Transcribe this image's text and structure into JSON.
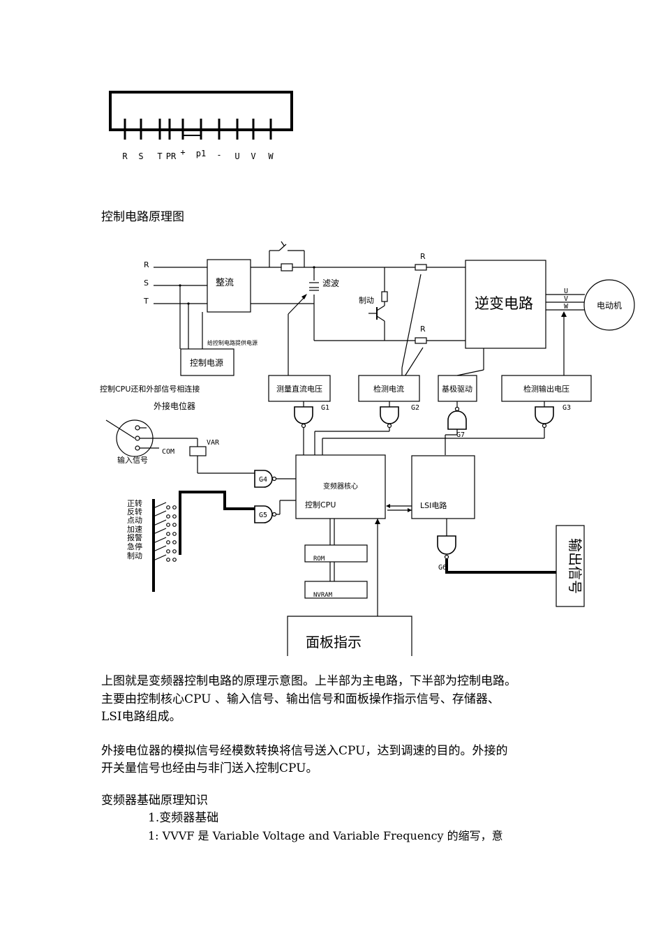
{
  "terminal_block": {
    "pins": [
      "R",
      "S",
      "T",
      "PR",
      "+",
      "p1",
      "-",
      "U",
      "V",
      "W"
    ]
  },
  "diagram_title": "控制电路原理图",
  "diagram": {
    "inputs": [
      "R",
      "S",
      "T"
    ],
    "rectifier": "整流",
    "filter": "滤波",
    "brake": "制动",
    "resistor_top": "R",
    "resistor_bottom": "R",
    "inverter": "逆变电路",
    "motor": "电动机",
    "uvw": [
      "U",
      "V",
      "W"
    ],
    "power_note": "给控制电路提供电源",
    "control_power": "控制电源",
    "cpu_note": "控制CPU还和外部信号相连接",
    "ext_pot": "外接电位器",
    "measure_dc": "测量直流电压",
    "detect_current": "检测电流",
    "base_drive": "基极驱动",
    "detect_output": "检测输出电压",
    "gates": [
      "G1",
      "G2",
      "G3",
      "G4",
      "G5",
      "G6",
      "G7"
    ],
    "com": "COM",
    "var": "VAR",
    "input_signal": "输入信号",
    "core_title": "变频器核心",
    "core_cpu": "控制CPU",
    "lsi": "LSI电路",
    "rom": "ROM",
    "nvram": "NVRAM",
    "switches": [
      "正转",
      "反转",
      "点动",
      "加速",
      "报警",
      "急停",
      "制动"
    ],
    "output_signal": "输出信号",
    "panel": "面板指示"
  },
  "paragraphs": {
    "p1_l1": "上图就是变频器控制电路的原理示意图。上半部为主电路，下半部为控制电路。",
    "p1_l2": "主要由控制核心CPU 、输入信号、输出信号和面板操作指示信号、存储器、",
    "p1_l3": "LSI电路组成。",
    "p2_l1": "外接电位器的模拟信号经模数转换将信号送入CPU，达到调速的目的。外接的",
    "p2_l2": "开关量信号也经由与非门送入控制CPU。",
    "h1": "变频器基础原理知识",
    "h2": "1.变频器基础",
    "h3": "1: VVVF 是 Variable Voltage and Variable Frequency 的缩写，意"
  }
}
